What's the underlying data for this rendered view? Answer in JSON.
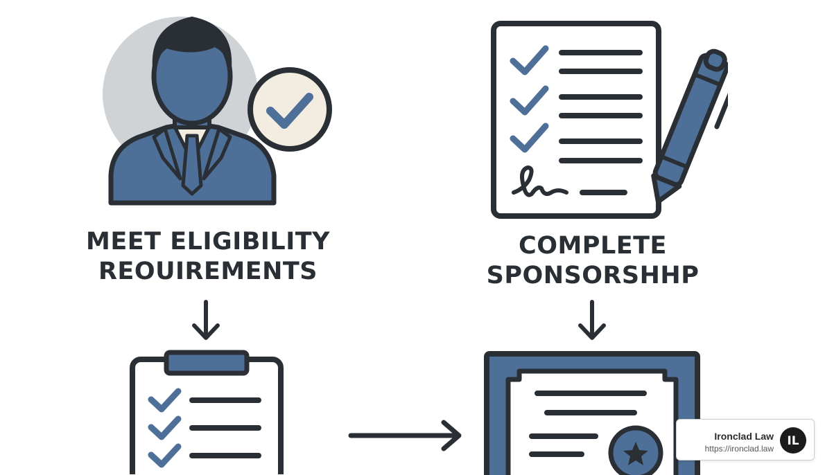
{
  "steps": [
    {
      "label_line1": "MEET ELIGIBILITY",
      "label_line2": "REOUIREMENTS",
      "icon": "businessman-check-icon"
    },
    {
      "label_line1": "COMPLETE",
      "label_line2": "SPONSORSHHP",
      "icon": "signed-checklist-pen-icon"
    },
    {
      "icon": "clipboard-checklist-icon"
    },
    {
      "icon": "certificate-seal-icon"
    }
  ],
  "badge": {
    "name": "Ironclad Law",
    "url": "https://ironclad.law",
    "logo_text": "IL"
  },
  "colors": {
    "accent_blue": "#4e6f97",
    "outline": "#2a2f36",
    "circle_gray": "#cfd3d6",
    "cream": "#f2ece1"
  }
}
